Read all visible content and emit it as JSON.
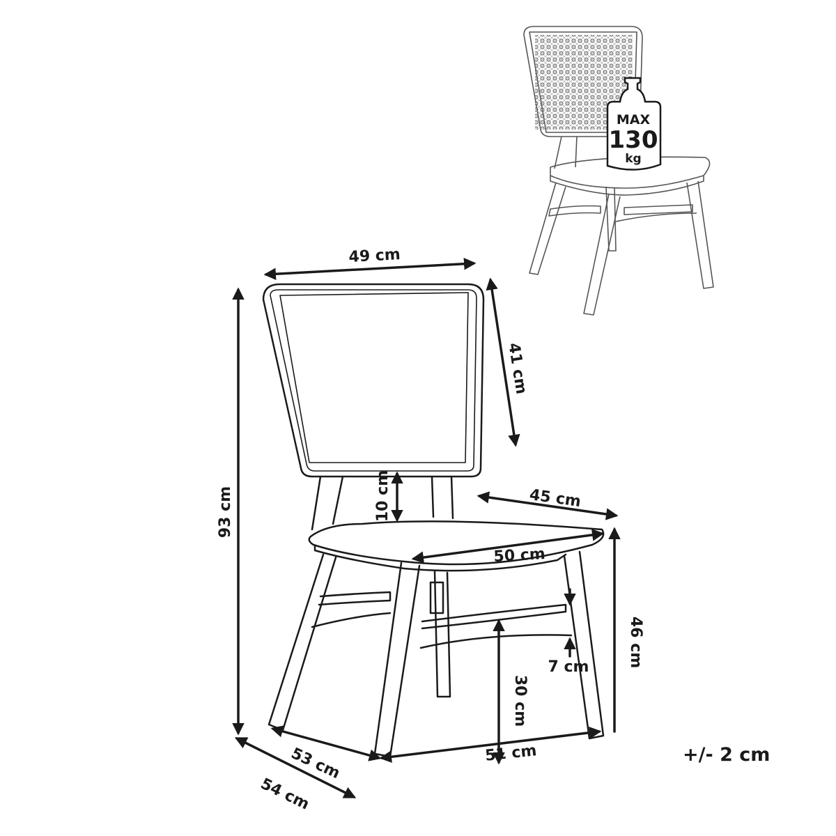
{
  "dimensions": {
    "backrest_width": "49 cm",
    "backrest_height": "41 cm",
    "total_height": "93 cm",
    "gap_height": "10 cm",
    "seat_depth": "45 cm",
    "seat_width": "50 cm",
    "seat_height": "46 cm",
    "crossbar_height": "30 cm",
    "crossbar_gap": "7 cm",
    "leg_depth": "53 cm",
    "total_depth": "54 cm",
    "leg_width": "51 cm"
  },
  "load_badge": {
    "line1": "MAX",
    "line2": "130",
    "line3": "kg"
  },
  "tolerance": "+/- 2 cm",
  "colors": {
    "ink": "#1a1a1a",
    "background": "#ffffff"
  }
}
